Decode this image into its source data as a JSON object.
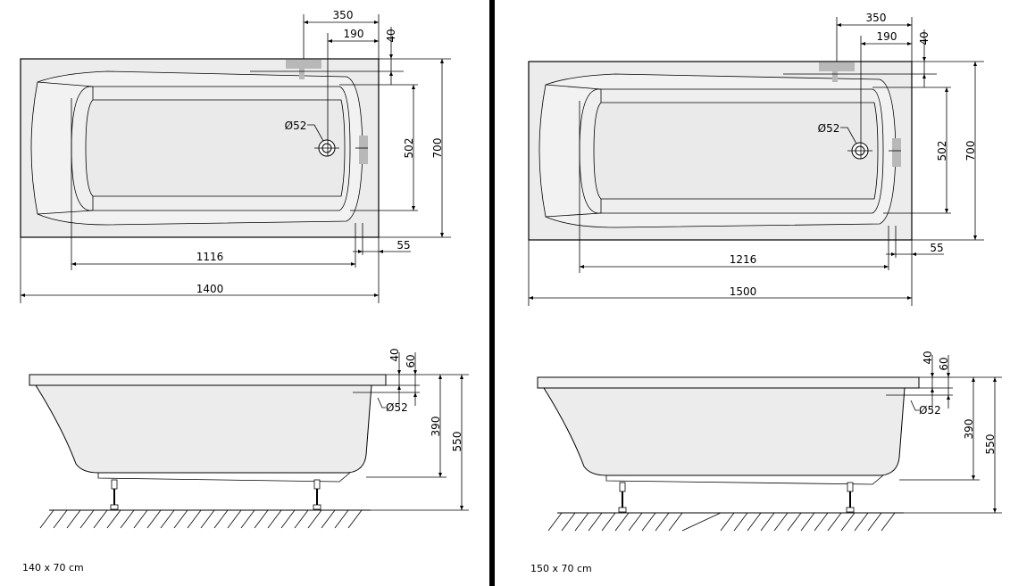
{
  "panels": [
    {
      "caption": "140 x 70 cm",
      "top_view": {
        "d350": "350",
        "d190": "190",
        "d40": "40",
        "d502": "502",
        "d700": "700",
        "d55": "55",
        "d_inner": "1116",
        "d_length": "1400",
        "drain": "Ø52"
      },
      "side_view": {
        "d40": "40",
        "d60": "60",
        "d390": "390",
        "d550": "550",
        "drain": "Ø52"
      }
    },
    {
      "caption": "150 x 70 cm",
      "top_view": {
        "d350": "350",
        "d190": "190",
        "d40": "40",
        "d502": "502",
        "d700": "700",
        "d55": "55",
        "d_inner": "1216",
        "d_length": "1500",
        "drain": "Ø52"
      },
      "side_view": {
        "d40": "40",
        "d60": "60",
        "d390": "390",
        "d550": "550",
        "drain": "Ø52"
      }
    }
  ],
  "colors": {
    "line": "#000000",
    "tub_fill": "#ececec",
    "fixture": "#b8b8b8"
  }
}
